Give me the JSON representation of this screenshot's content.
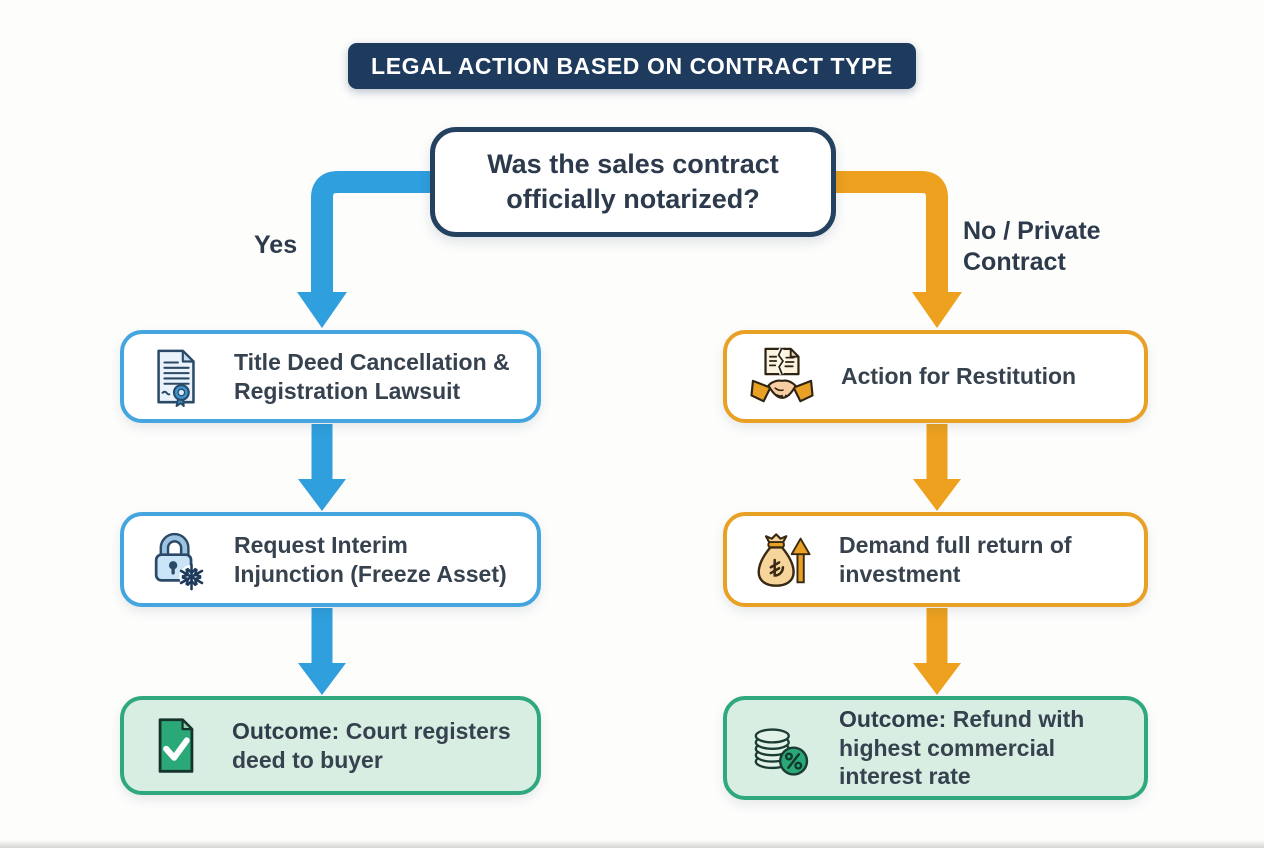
{
  "title": {
    "label": "LEGAL ACTION BASED ON CONTRACT TYPE"
  },
  "decision": {
    "question": "Was the sales contract officially notarized?"
  },
  "branch_yes": {
    "label": "Yes",
    "steps": [
      {
        "icon": "title-deed-certificate-icon",
        "prefix": "",
        "text": "Title Deed Cancellation & Registration Lawsuit"
      },
      {
        "icon": "frozen-asset-lock-icon",
        "prefix": "",
        "text": "Request Interim Injunction (Freeze Asset)"
      },
      {
        "icon": "approved-deed-document-icon",
        "prefix": "Outcome:",
        "text": " Court registers deed to buyer"
      }
    ]
  },
  "branch_no": {
    "label": "No / Private Contract",
    "steps": [
      {
        "icon": "torn-contract-handshake-icon",
        "prefix": "",
        "text": "Action for Restitution"
      },
      {
        "icon": "money-bag-return-icon",
        "prefix": "",
        "text": "Demand full return of investment"
      },
      {
        "icon": "coins-interest-icon",
        "prefix": "Outcome:",
        "text": " Refund with highest commercial interest rate"
      }
    ]
  },
  "colors": {
    "banner_bg": "#1E3A5C",
    "banner_text": "#FFFFFF",
    "decision_border": "#24415F",
    "yes_branch": "#2F9FDD",
    "no_branch": "#EDA11E",
    "yes_box_border": "#45A5DE",
    "no_box_border": "#E9A125",
    "outcome_border": "#2FA87E",
    "outcome_bg": "#D9EEE3",
    "body_text": "#37424F",
    "page_bg": "#FDFDFC"
  }
}
